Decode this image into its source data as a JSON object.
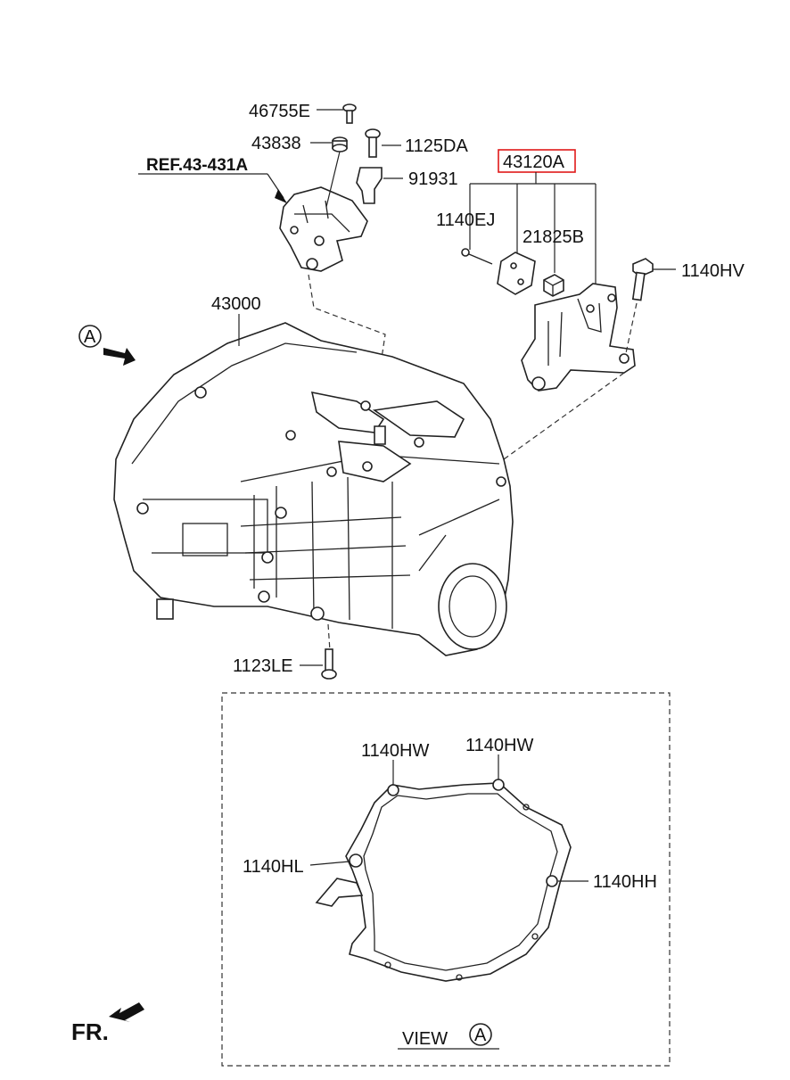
{
  "labels": {
    "p46755E": "46755E",
    "p43838": "43838",
    "p1125DA": "1125DA",
    "p91931": "91931",
    "ref": "REF.43-431A",
    "p43120A": "43120A",
    "p1140EJ": "1140EJ",
    "p21825B": "21825B",
    "p1140HV": "1140HV",
    "p43000": "43000",
    "p1123LE": "1123LE",
    "p1140HW_a": "1140HW",
    "p1140HW_b": "1140HW",
    "p1140HL": "1140HL",
    "p1140HH": "1140HH",
    "fr": "FR.",
    "view": "VIEW",
    "marker_a": "A",
    "view_marker": "A"
  },
  "colors": {
    "highlight_box": "#e01919",
    "line": "#222222"
  },
  "icons": {
    "front_arrow": "arrow-down-left-icon",
    "view_arrow": "arrow-down-right-icon"
  }
}
